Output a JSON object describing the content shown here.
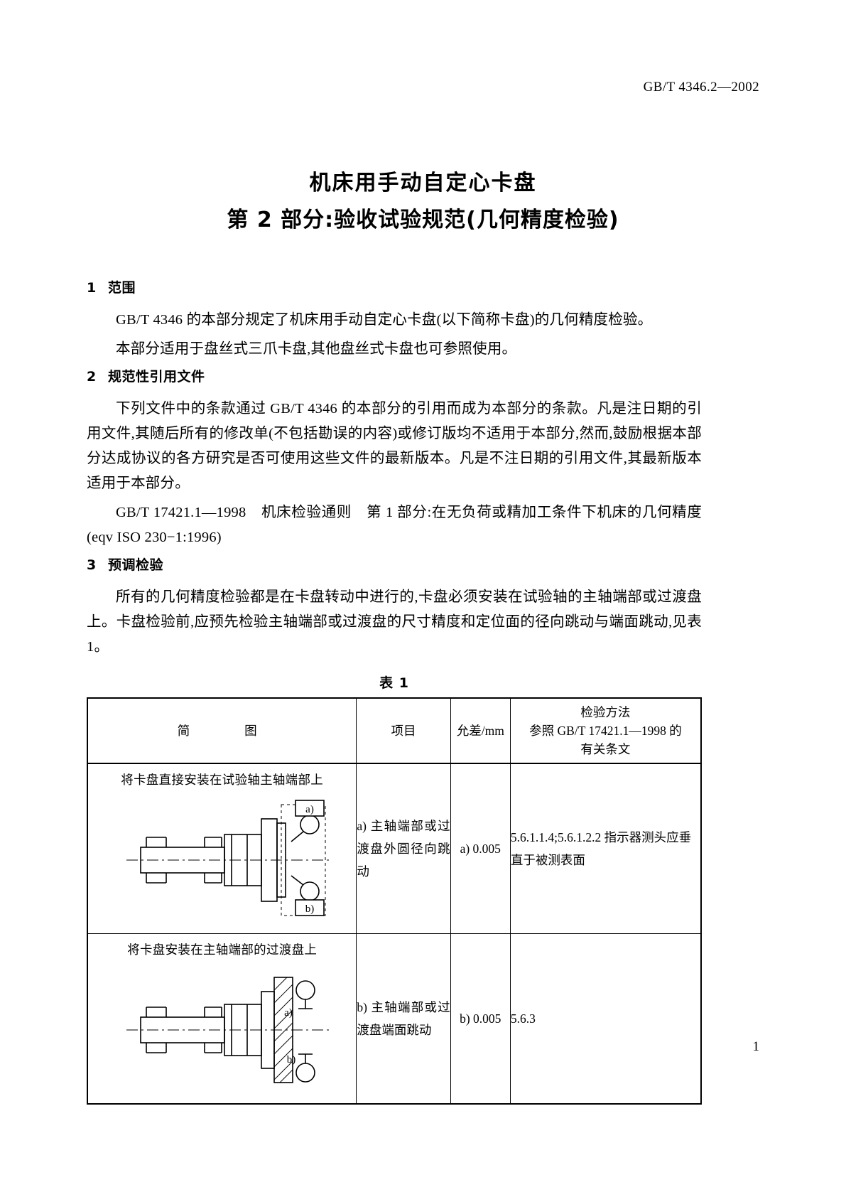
{
  "header": {
    "standard_id": "GB/T 4346.2—2002"
  },
  "title": {
    "line1": "机床用手动自定心卡盘",
    "line2": "第 2 部分:验收试验规范(几何精度检验)"
  },
  "sections": [
    {
      "num": "1",
      "heading": "范围",
      "paragraphs": [
        "GB/T 4346 的本部分规定了机床用手动自定心卡盘(以下简称卡盘)的几何精度检验。",
        "本部分适用于盘丝式三爪卡盘,其他盘丝式卡盘也可参照使用。"
      ]
    },
    {
      "num": "2",
      "heading": "规范性引用文件",
      "paragraphs": [
        "下列文件中的条款通过 GB/T 4346 的本部分的引用而成为本部分的条款。凡是注日期的引用文件,其随后所有的修改单(不包括勘误的内容)或修订版均不适用于本部分,然而,鼓励根据本部分达成协议的各方研究是否可使用这些文件的最新版本。凡是不注日期的引用文件,其最新版本适用于本部分。",
        "GB/T 17421.1—1998　机床检验通则　第 1 部分:在无负荷或精加工条件下机床的几何精度(eqv ISO 230−1:1996)"
      ]
    },
    {
      "num": "3",
      "heading": "预调检验",
      "paragraphs": [
        "所有的几何精度检验都是在卡盘转动中进行的,卡盘必须安装在试验轴的主轴端部或过渡盘上。卡盘检验前,应预先检验主轴端部或过渡盘的尺寸精度和定位面的径向跳动与端面跳动,见表 1。"
      ]
    }
  ],
  "table": {
    "caption": "表 1",
    "columns": [
      {
        "label": "简　　图"
      },
      {
        "label": "项目"
      },
      {
        "label": "允差/mm"
      },
      {
        "label_line1": "检验方法",
        "label_line2": "参照 GB/T 17421.1—1998 的",
        "label_line3": "有关条文"
      }
    ],
    "rows": [
      {
        "figure_title": "将卡盘直接安装在试验轴主轴端部上",
        "figure_labels": {
          "upper": "a)",
          "lower": "b)"
        },
        "item": "a) 主轴端部或过渡盘外圆径向跳动",
        "tolerance": "a) 0.005",
        "method": "5.6.1.1.4;5.6.1.2.2 指示器测头应垂直于被测表面"
      },
      {
        "figure_title": "将卡盘安装在主轴端部的过渡盘上",
        "figure_labels": {
          "upper": "a)",
          "lower": "b)"
        },
        "item": "b) 主轴端部或过渡盘端面跳动",
        "tolerance": "b) 0.005",
        "method": "5.6.3"
      }
    ]
  },
  "footer": {
    "page_number": "1"
  }
}
